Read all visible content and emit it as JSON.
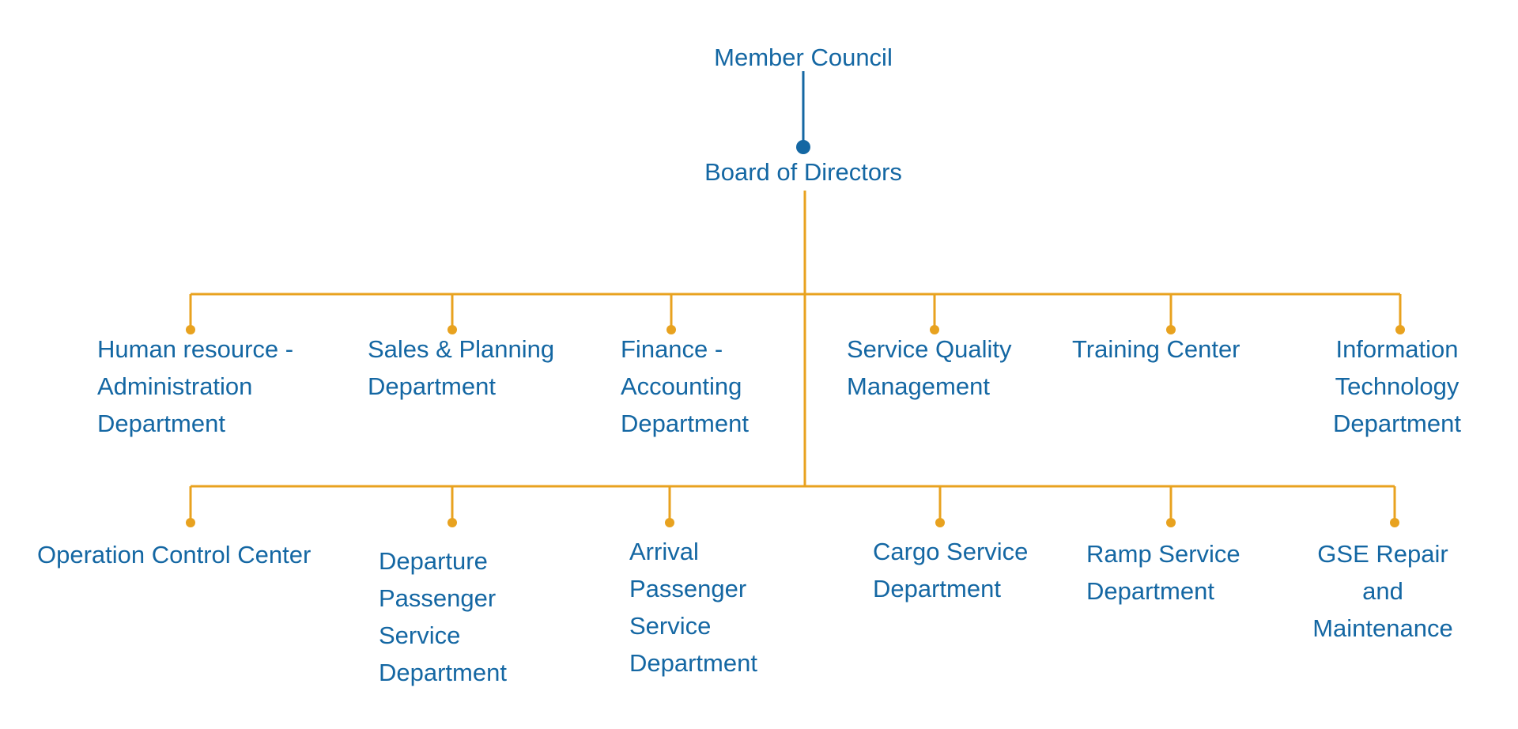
{
  "colors": {
    "text": "#1467a3",
    "top_connector": "#1467a3",
    "connector": "#e8a21f",
    "background": "#ffffff"
  },
  "member_council": "Member Council",
  "board_of_directors": "Board of Directors",
  "row1": [
    {
      "lines": [
        "Human resource -",
        "Administration",
        "Department"
      ]
    },
    {
      "lines": [
        "Sales & Planning",
        "Department"
      ]
    },
    {
      "lines": [
        "Finance -",
        "Accounting",
        "Department"
      ]
    },
    {
      "lines": [
        "Service Quality",
        "Management"
      ]
    },
    {
      "lines": [
        "Training Center"
      ]
    },
    {
      "lines": [
        "Information",
        "Technology",
        "Department"
      ]
    }
  ],
  "row2": [
    {
      "lines": [
        "Operation Control Center"
      ]
    },
    {
      "lines": [
        "Departure",
        "Passenger",
        "Service",
        "Department"
      ]
    },
    {
      "lines": [
        "Arrival",
        "Passenger",
        "Service",
        "Department"
      ]
    },
    {
      "lines": [
        "Cargo Service",
        "Department"
      ]
    },
    {
      "lines": [
        "Ramp Service",
        "Department"
      ]
    },
    {
      "lines": [
        "GSE Repair",
        "and",
        "Maintenance"
      ]
    }
  ]
}
